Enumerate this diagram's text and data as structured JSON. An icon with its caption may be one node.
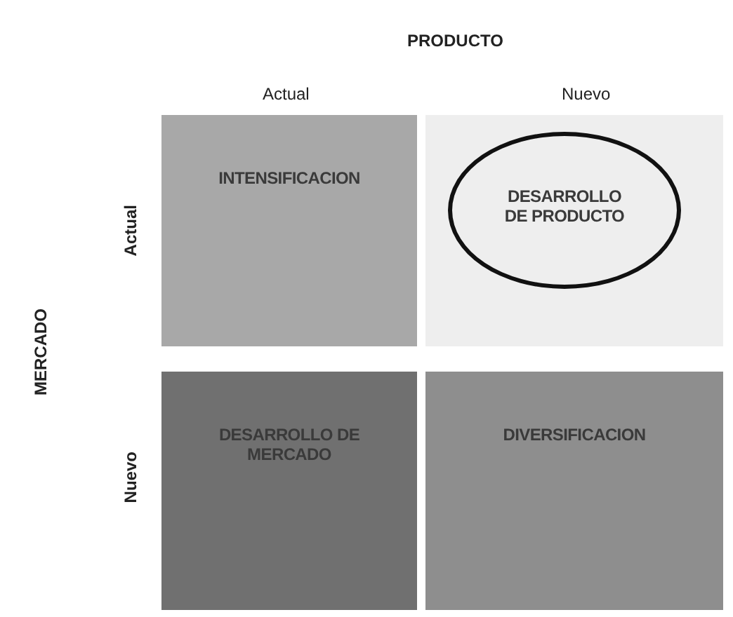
{
  "diagram": {
    "nodes": [
      {
        "text": [
          "INTENSIFICACION"
        ]
      },
      {
        "text": [],
        "shape": "box"
      },
      {
        "text": [
          "DESARROLLO DE PRODUCTO"
        ],
        "in": 1
      },
      {
        "text": [
          "DESARROLLO DE MERCADO"
        ]
      },
      {
        "text": [
          "DIVERSIFICACION"
        ]
      }
    ],
    "edges": [],
    "labels": [
      "PRODUCTO",
      "Actual",
      "Nuevo",
      "MERCADO",
      "Actual",
      "Nuevo"
    ]
  }
}
